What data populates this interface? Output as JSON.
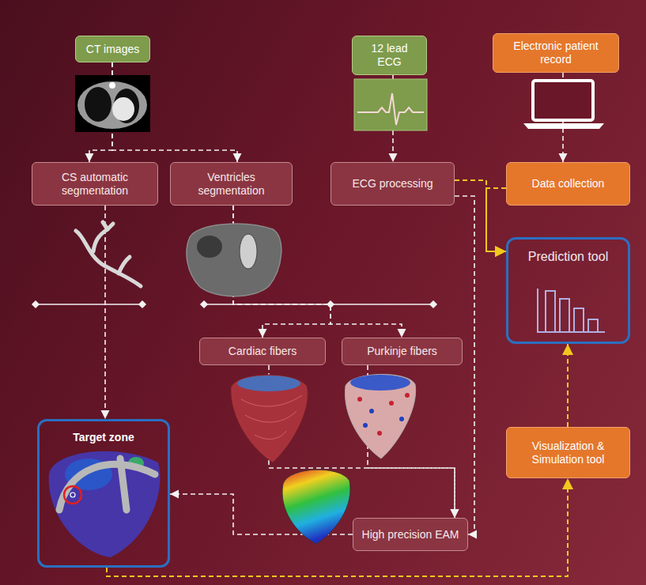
{
  "diagram": {
    "nodes": [
      {
        "text": [
          "CT images"
        ]
      },
      {
        "text": [
          "12 lead ECG"
        ]
      },
      {
        "text": [
          "Electronic patient record"
        ]
      },
      {
        "text": [
          "CS automatic segmentation"
        ]
      },
      {
        "text": [
          "Ventricles segmentation"
        ]
      },
      {
        "text": [
          "ECG processing"
        ]
      },
      {
        "text": [
          "Data collection"
        ]
      },
      {
        "text": [
          "Prediction tool"
        ]
      },
      {
        "text": [
          "Cardiac fibers"
        ]
      },
      {
        "text": [
          "Purkinje fibers"
        ]
      },
      {
        "text": [
          "Target zone"
        ]
      },
      {
        "text": [
          "High precision EAM"
        ]
      },
      {
        "text": [
          "Visualization & Simulation tool"
        ]
      }
    ],
    "edges": [
      {
        "from": 0,
        "to": 3,
        "arrow": "to"
      },
      {
        "from": 0,
        "to": 4,
        "arrow": "to"
      },
      {
        "from": 1,
        "to": 5,
        "arrow": "to"
      },
      {
        "from": 2,
        "to": 6,
        "arrow": "to"
      },
      {
        "from": 5,
        "to": 7,
        "arrow": "to"
      },
      {
        "from": 6,
        "to": 7,
        "arrow": "to"
      },
      {
        "from": 3,
        "to": 10,
        "arrow": "to"
      },
      {
        "from": 4,
        "to": 8,
        "arrow": "to"
      },
      {
        "from": 4,
        "to": 9,
        "arrow": "to"
      },
      {
        "from": 8,
        "to": 11,
        "arrow": "to"
      },
      {
        "from": 9,
        "to": 11,
        "arrow": "to"
      },
      {
        "from": 5,
        "to": 11,
        "arrow": "to"
      },
      {
        "from": 11,
        "to": 10,
        "arrow": "to"
      },
      {
        "from": 10,
        "to": 12,
        "arrow": "to"
      },
      {
        "from": 12,
        "to": 7,
        "arrow": "to"
      }
    ]
  }
}
